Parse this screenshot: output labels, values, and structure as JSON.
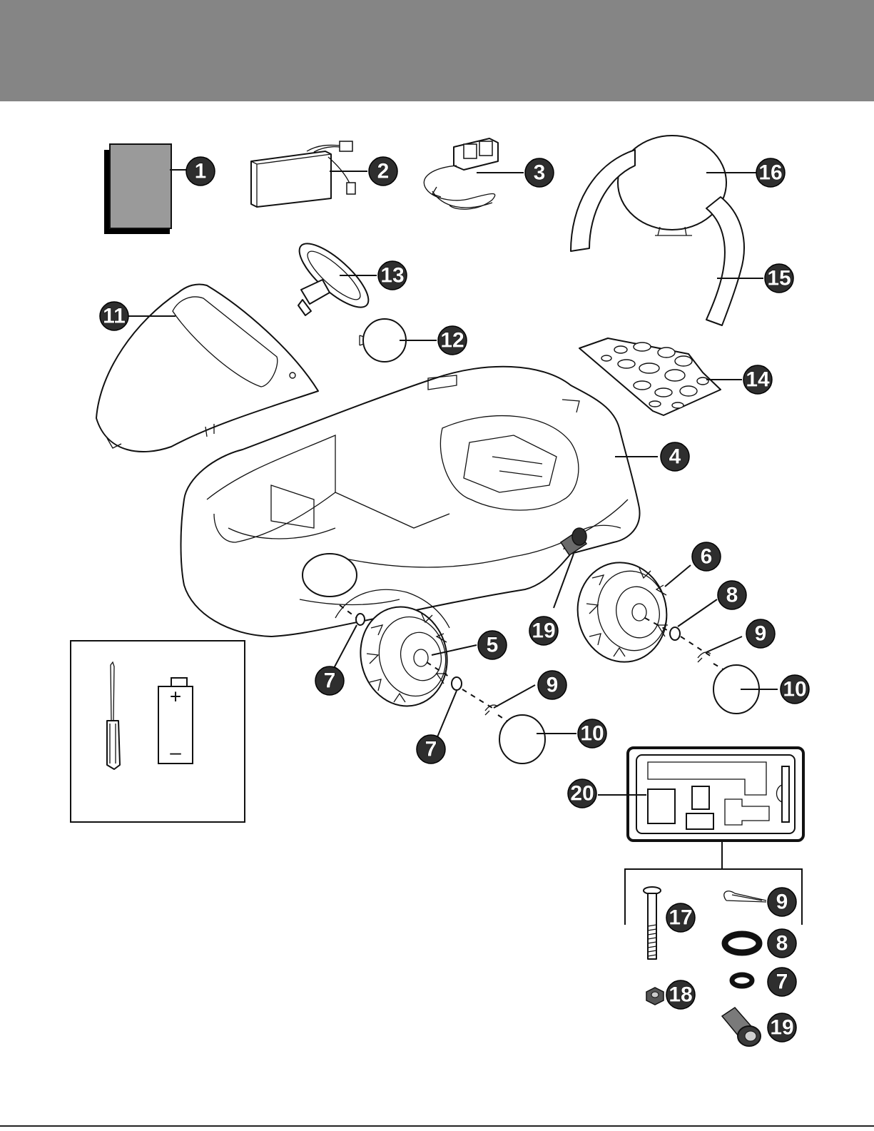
{
  "callouts": {
    "c1": "1",
    "c2": "2",
    "c3": "3",
    "c4": "4",
    "c5": "5",
    "c6": "6",
    "c7a": "7",
    "c7b": "7",
    "c7c": "7",
    "c8a": "8",
    "c8b": "8",
    "c9a": "9",
    "c9b": "9",
    "c9c": "9",
    "c10a": "10",
    "c10b": "10",
    "c11": "11",
    "c12": "12",
    "c13": "13",
    "c14": "14",
    "c15": "15",
    "c16": "16",
    "c17": "17",
    "c18": "18",
    "c19a": "19",
    "c19b": "19",
    "c20": "20"
  },
  "tools_box": {
    "battery_plus": "+",
    "battery_minus": "–"
  },
  "colors": {
    "header": "#858585",
    "callout_fill": "#2e2e2e",
    "manual_gray": "#9a9a9a"
  }
}
